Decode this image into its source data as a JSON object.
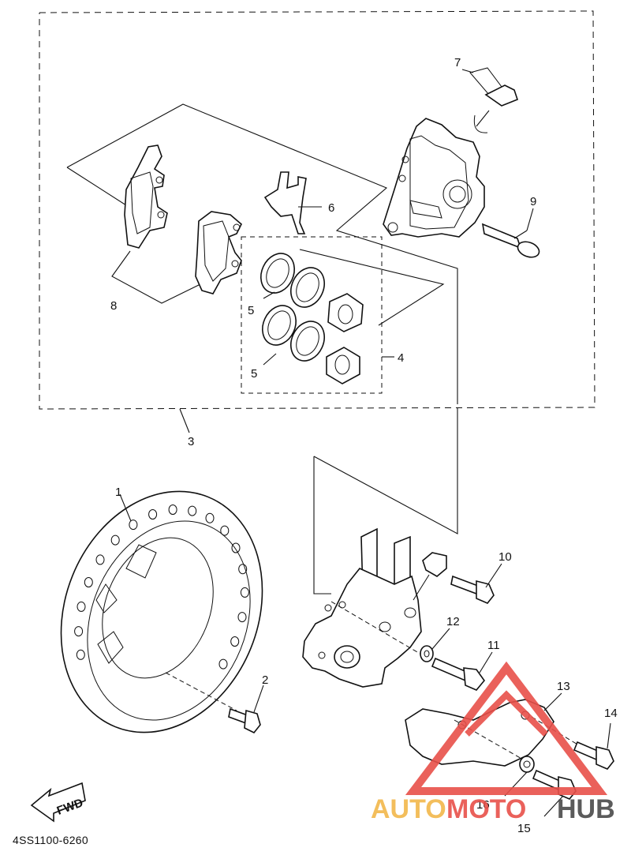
{
  "callouts": [
    "1",
    "2",
    "3",
    "4",
    "5",
    "5",
    "6",
    "7",
    "8",
    "9",
    "10",
    "11",
    "12",
    "13",
    "14",
    "15",
    "16"
  ],
  "fwd_label": "FWD",
  "diagram_code": "4SS1100-6260",
  "watermark": {
    "text_auto": "AUTO",
    "text_moto": "MOTO",
    "text_hub": "HUB",
    "colors": {
      "auto": "#f2b84b",
      "moto": "#e8504a",
      "hub": "#4a4a4a",
      "triangle": "#e8504a"
    }
  }
}
